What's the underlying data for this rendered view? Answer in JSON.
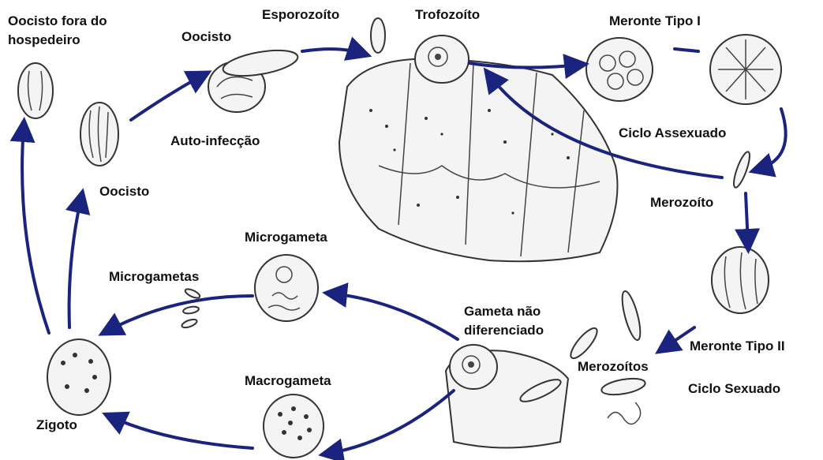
{
  "colors": {
    "arrow": "#1a237e",
    "ink": "#111111"
  },
  "labels": {
    "oocisto_fora": [
      "Oocisto fora do",
      "hospedeiro"
    ],
    "oocisto_top": "Oocisto",
    "esporozoito": "Esporozoíto",
    "trofozoito": "Trofozoíto",
    "meronte_i": "Meronte Tipo I",
    "auto_infeccao": "Auto-infecção",
    "ciclo_assexuado": "Ciclo Assexuado",
    "oocisto_mid": "Oocisto",
    "merozoito": "Merozoíto",
    "microgameta": "Microgameta",
    "microgametas": "Microgametas",
    "gameta_nao_dif": [
      "Gameta não",
      "diferenciado"
    ],
    "meronte_ii": "Meronte Tipo II",
    "merozoitos": "Merozoítos",
    "macrogameta": "Macrogameta",
    "ciclo_sexuado": "Ciclo Sexuado",
    "zigoto": "Zigoto"
  }
}
